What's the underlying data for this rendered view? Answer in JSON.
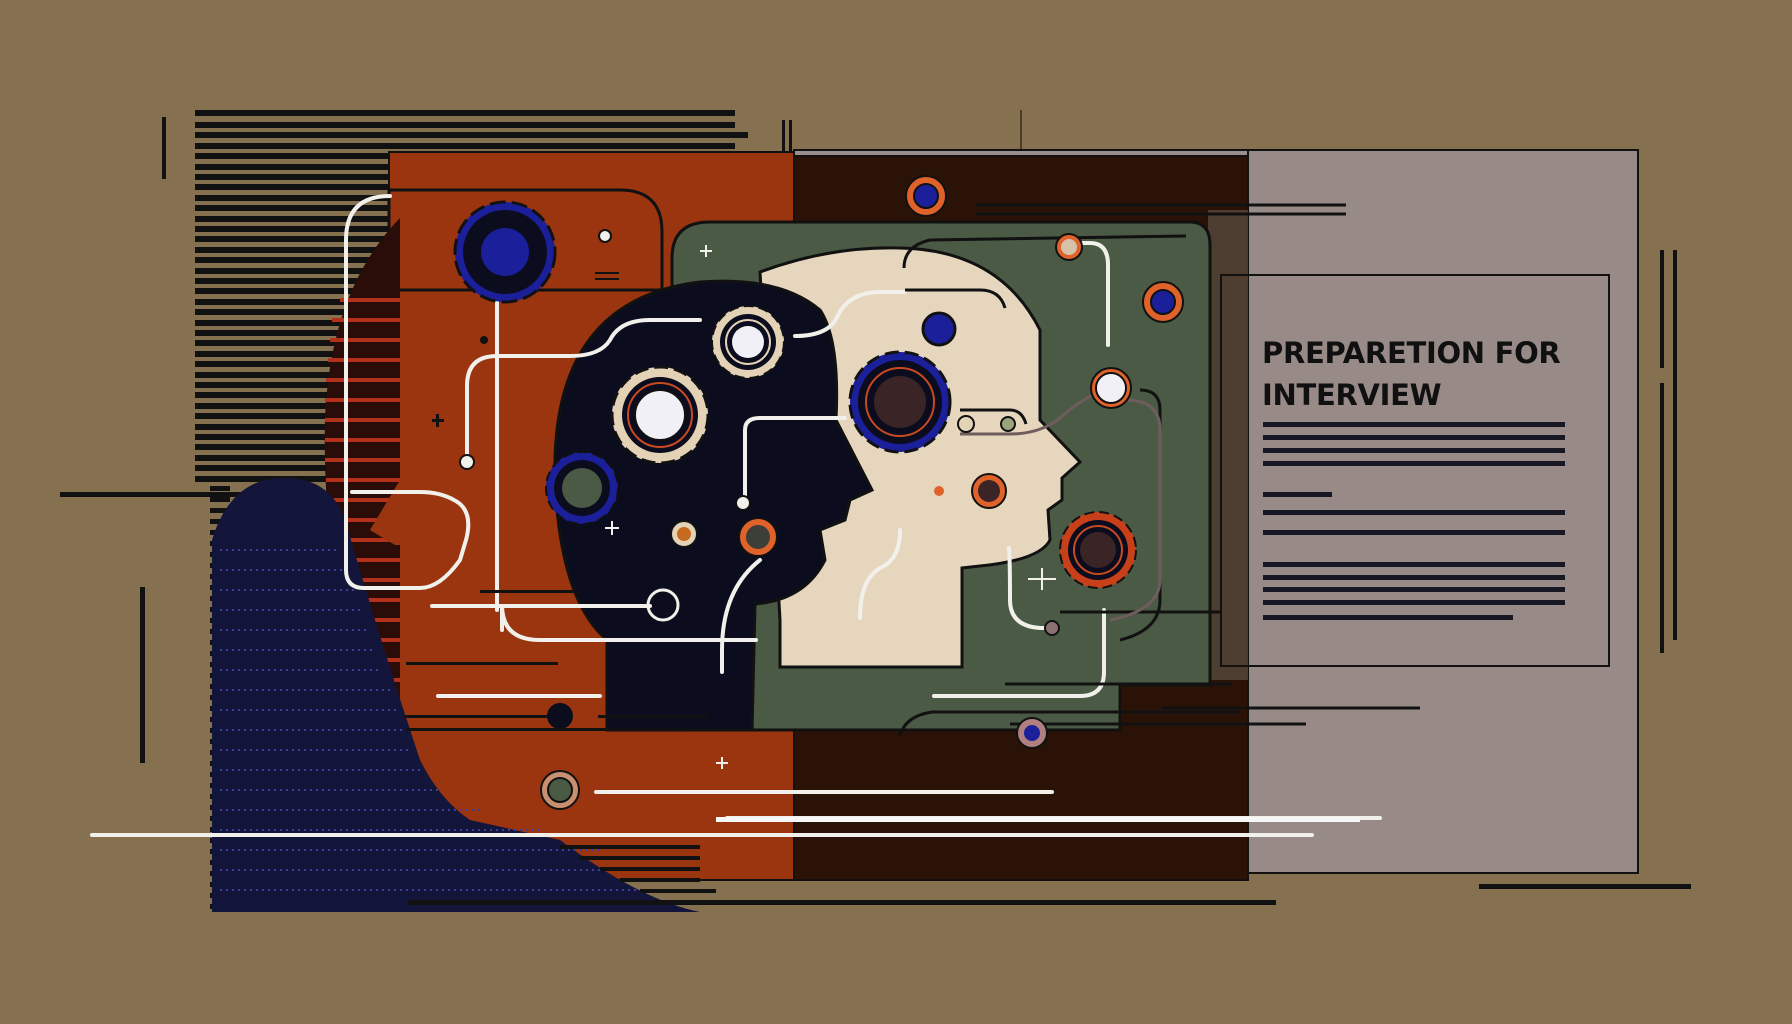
{
  "illustration": {
    "subject": "two head silhouettes with gears and circuit lines beside a document",
    "document": {
      "title_line1": "PREPARETION FOR",
      "title_line2": "INTERVIEW",
      "text_line_count": 12
    }
  },
  "colors": {
    "background": "#85704f",
    "rust": "#9a3510",
    "dark_brown": "#2a1206",
    "olive_green": "#4b5a45",
    "cream": "#e6d6bd",
    "navy_black": "#0b0c1e",
    "document_gray": "#978a87",
    "gear_blue": "#1b1f9a",
    "accent_orange": "#e0622b",
    "line_white": "#f2f0ea"
  }
}
